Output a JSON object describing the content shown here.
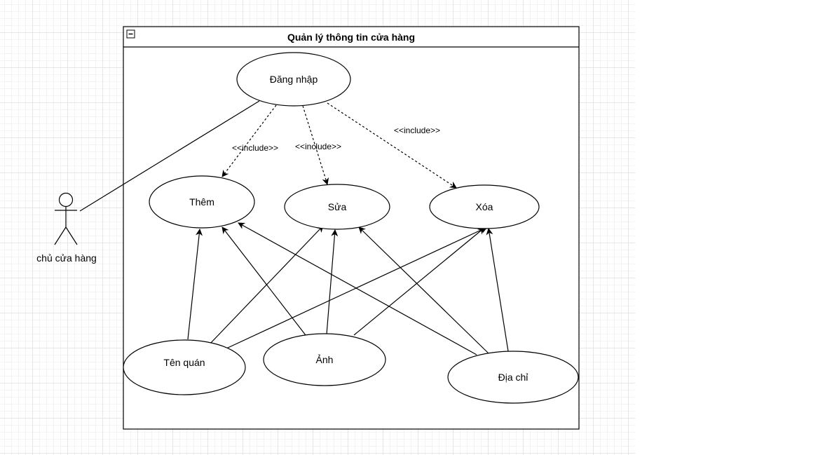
{
  "diagram": {
    "system_title": "Quản lý thông tin cửa hàng",
    "actor": {
      "label": "chủ cửa hàng"
    },
    "use_cases": {
      "login": "Đăng nhập",
      "add": "Thêm",
      "edit": "Sửa",
      "delete": "Xóa",
      "store_name": "Tên quán",
      "image": "Ảnh",
      "address": "Địa chỉ"
    },
    "relations": {
      "include_add": "<<include>>",
      "include_edit": "<<include>>",
      "include_delete": "<<include>>"
    }
  }
}
